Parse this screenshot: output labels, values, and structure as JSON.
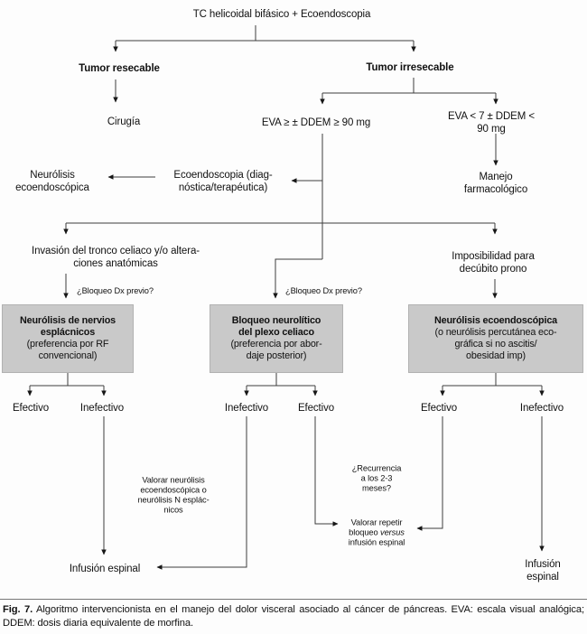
{
  "flowchart": {
    "title": "TC helicoidal bifásico + Ecoendoscopia",
    "tumor_resecable": "Tumor resecable",
    "tumor_irresecable": "Tumor irresecable",
    "cirugia": "Cirugía",
    "eva_high": "EVA ≥ ± DDEM ≥ 90 mg",
    "eva_low": "EVA < 7 ± DDEM < 90 mg",
    "manejo_farmacologico": "Manejo farmacológico",
    "ecoendoscopia": "Ecoendoscopia (diag-\nnóstica/terapéutica)",
    "neurolisis_ecoendoscopica": "Neurólisis\necoendoscópica",
    "invasion_tronco": "Invasión del tronco celiaco y/o altera-\nciones anatómicas",
    "imposibilidad_prono": "Imposibilidad para\ndecúbito prono",
    "bloqueo_dx_previo": "¿Bloqueo Dx previo?",
    "boxes": [
      {
        "title": "Neurólisis de nervios\nesplácnicos",
        "subtitle": "(preferencia por RF\nconvencional)"
      },
      {
        "title": "Bloqueo neurolítico\ndel plexo celiaco",
        "subtitle": "(preferencia por abor-\ndaje posterior)"
      },
      {
        "title": "Neurólisis ecoendoscópica",
        "subtitle": "(o neurólisis percutánea eco-\ngráfica si no ascitis/\nobesidad imp)"
      }
    ],
    "outcomes": {
      "efectivo": "Efectivo",
      "inefectivo": "Inefectivo"
    },
    "valorar_neurolisis": "Valorar neurólisis\necoendoscópica o\nneurólisis N esplác-\nnicos",
    "recurrencia": "¿Recurrencia\na los 2-3\nmeses?",
    "valorar_repetir": {
      "pre": "Valorar repetir\nbloqueo ",
      "versus": "versus",
      "post": "\ninfusión espinal"
    },
    "infusion_espinal": "Infusión espinal"
  },
  "caption": {
    "label": "Fig. 7.",
    "text": " Algoritmo intervencionista en el manejo del dolor visceral asociado al cáncer de páncreas. EVA: escala visual analógica; DDEM: dosis diaria equivalente de morfina."
  }
}
